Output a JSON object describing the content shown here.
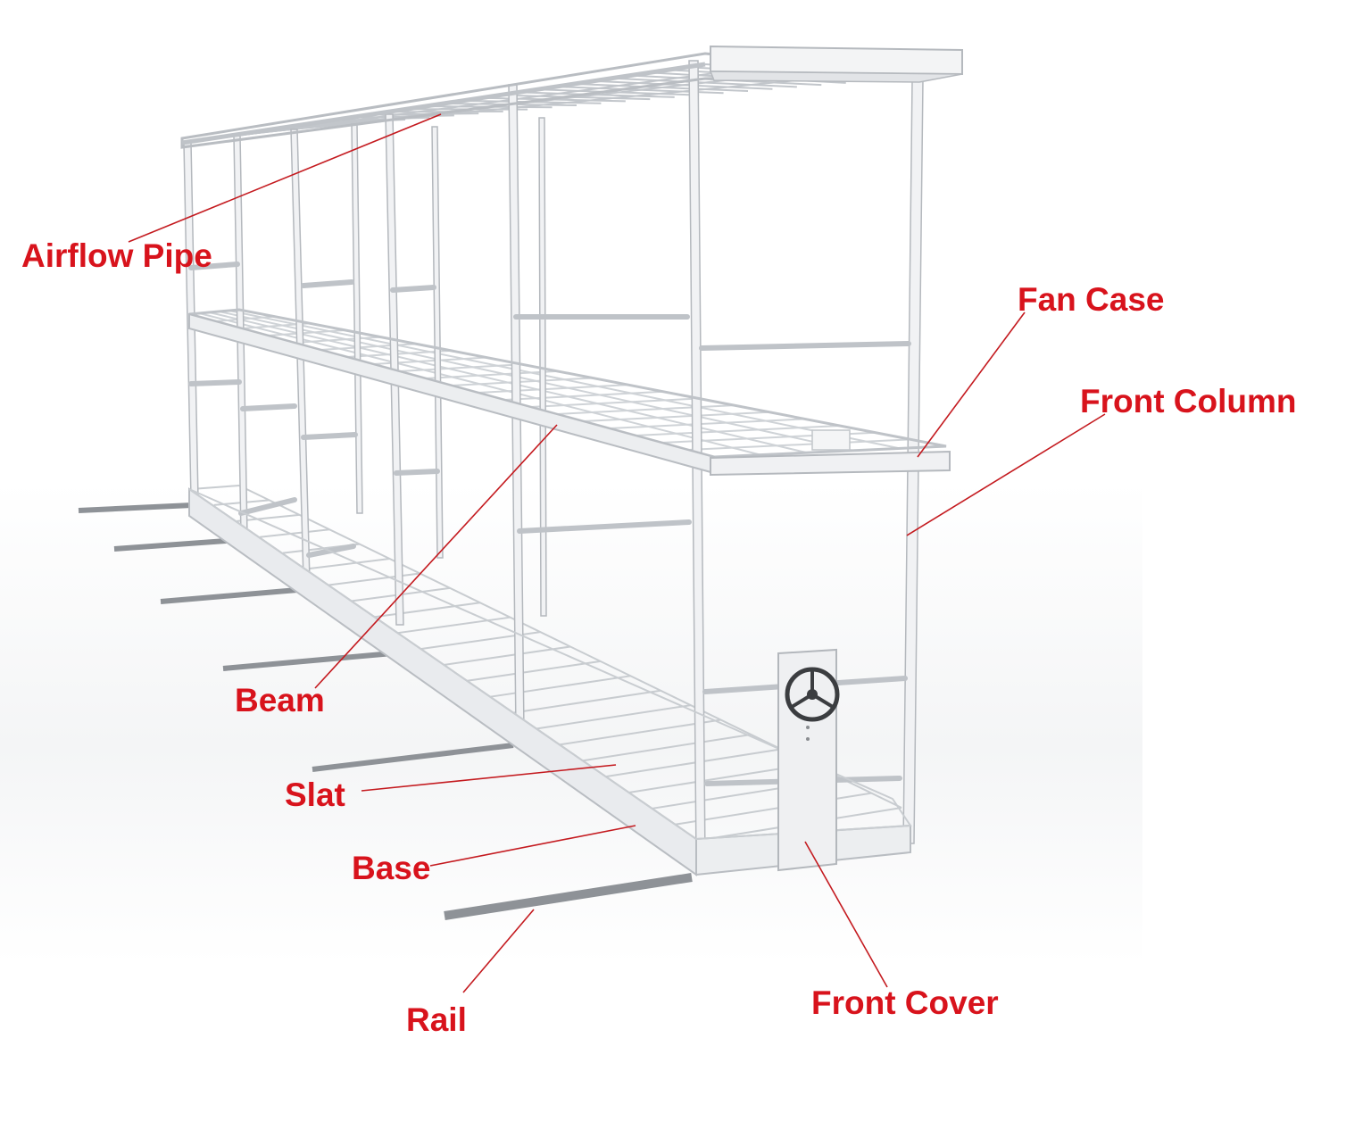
{
  "labels": {
    "airflow_pipe": "Airflow Pipe",
    "fan_case": "Fan Case",
    "front_column": "Front Column",
    "beam": "Beam",
    "slat": "Slat",
    "base": "Base",
    "rail": "Rail",
    "front_cover": "Front Cover"
  },
  "colors": {
    "label": "#d8131c",
    "leader": "#c41a1f",
    "frame": "#eef0f2",
    "frame_edge": "#b9bdc2",
    "rail": "#8e9297",
    "background": "#ffffff"
  }
}
